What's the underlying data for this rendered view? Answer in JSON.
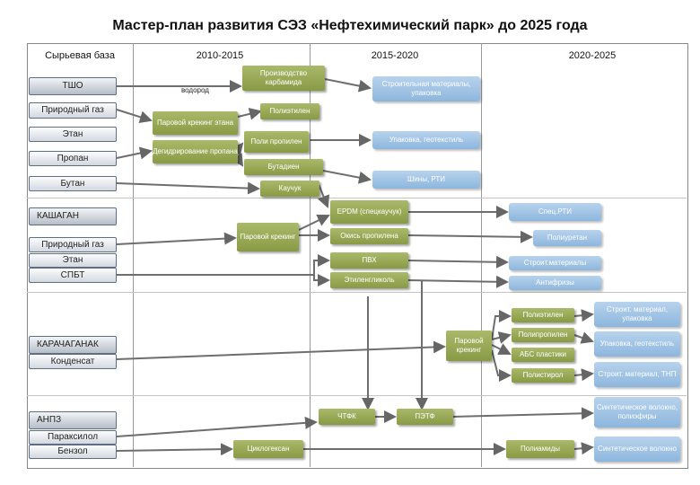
{
  "title": "Мастер-план развития СЭЗ «Нефтехимический парк» до 2025 года",
  "columns": [
    "Сырьевая база",
    "2010-2015",
    "2015-2020",
    "2020-2025"
  ],
  "raw": {
    "tsho": "ТШО",
    "prirodny_gaz": "Природный газ",
    "etan": "Этан",
    "propan": "Пропан",
    "butan": "Бутан",
    "kashagan": "КАШАГАН",
    "prirodny_gaz2": "Природный газ",
    "etan2": "Этан",
    "spbt": "СПБТ",
    "karachaganak": "КАРАЧАГАНАК",
    "kondensat": "Конденсат",
    "anpz": "АНПЗ",
    "paraksilol": "Параксилол",
    "benzol": "Бензол"
  },
  "process": {
    "vodorod": "водород",
    "karbamid": "Производство карбамида",
    "parovoy_kreking_etana": "Паровой крекинг этана",
    "degidrirovanie": "Дегидрирование пропана",
    "polietilen": "Полиэтилен",
    "polipropilen": "Поли пропилен",
    "butadien": "Бутадиен",
    "kauchuk": "Каучук",
    "epdm": "EPDM (спецкаучук)",
    "parovoy_kreking": "Паровой крекинг",
    "okis_propilena": "Окись пропилена",
    "pvh": "ПВХ",
    "etilenglikol": "Этиленгликоль",
    "polietilen2": "Полиэтилен",
    "polipropilen2": "Полипропилен",
    "abs": "АБС пластики",
    "polistirol": "Полистирол",
    "parovoy_kreking2": "Паровой крекинг",
    "ptfk": "ЧТФК",
    "pet": "ПЭТФ",
    "ciklogeksan": "Циклогексан",
    "poliamidy": "Полиамиды"
  },
  "products": {
    "stroit_materialy_upakovka": "Строительная материалы, упаковка",
    "upakovka_geotekstil": "Упаковка, геотекстиль",
    "shiny_rti": "Шины, РТИ",
    "spec_rti": "Спец.РТИ",
    "poliuretan": "Полиуретан",
    "stroit_materialy": "Строит.материалы",
    "antifrizy": "Антифризы",
    "stroit_material_upakovka2": "Строит. материал, упаковка",
    "upakovka_geotekstil2": "Упаковка, геотекстиль",
    "stroit_material_tnp": "Строит. материал, ТНП",
    "sint_volokno_polyefiry": "Синтетическое волокно, полиэфиры",
    "sint_volokno": "Синтетическое волокно"
  },
  "colors": {
    "process": "#8e9f4b",
    "product": "#9fc3e6",
    "raw": "#dde2e8",
    "arrow": "#666666"
  }
}
